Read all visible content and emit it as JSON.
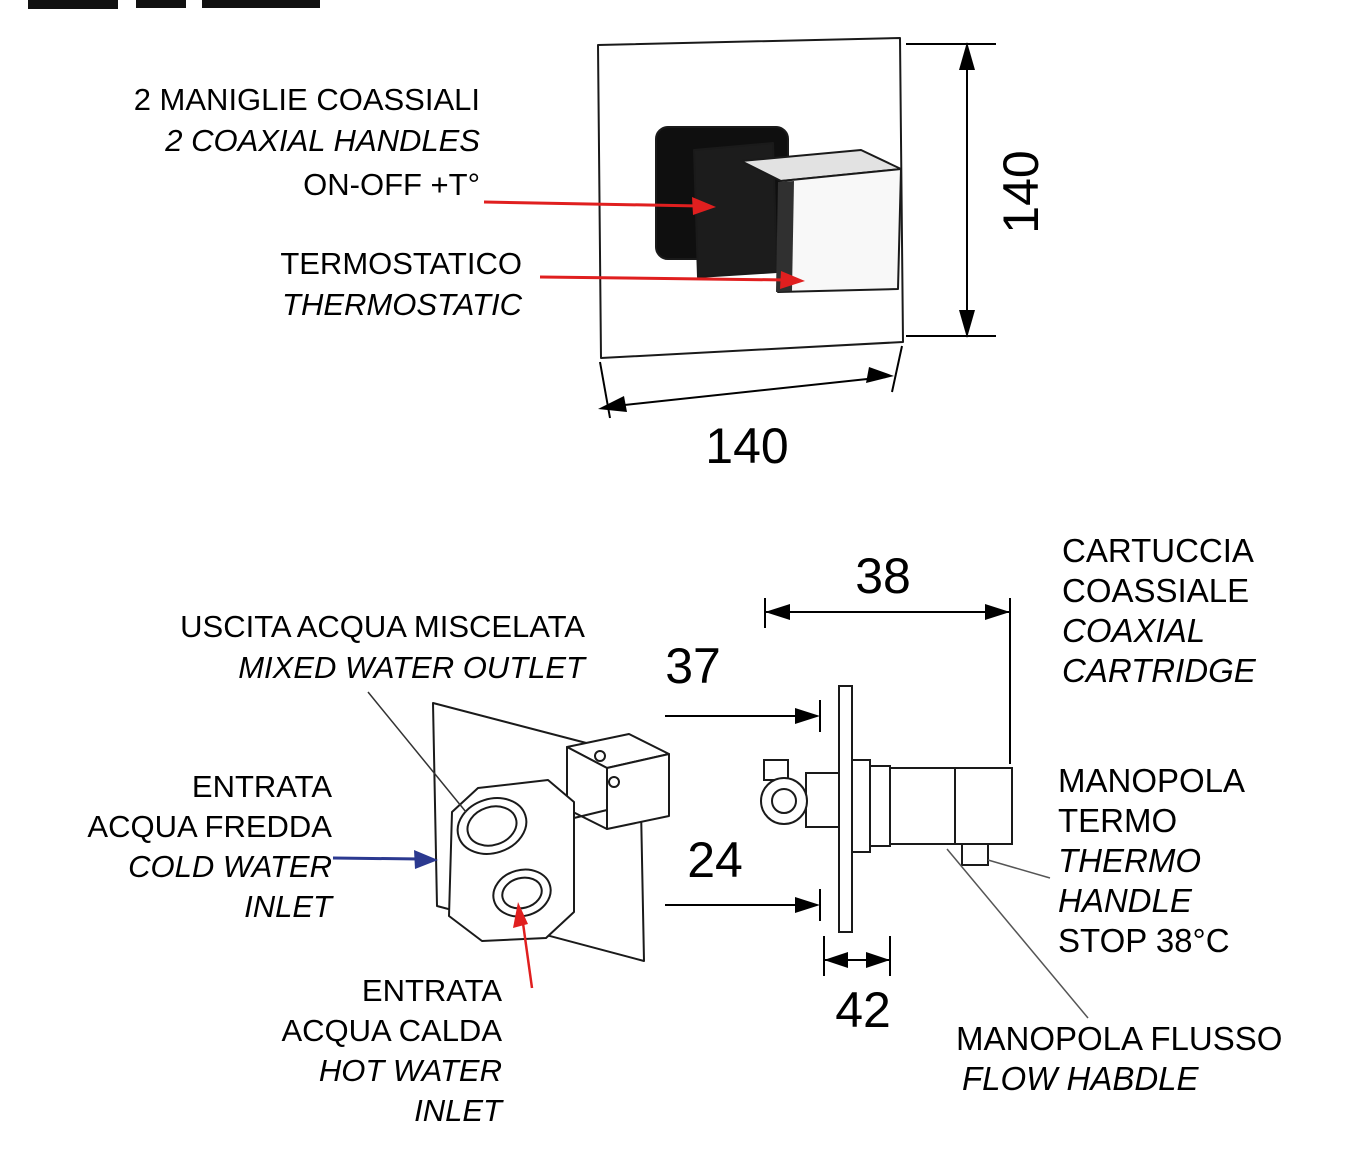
{
  "front": {
    "handles_it": "2 MANIGLIE COASSIALI",
    "handles_en": "2 COAXIAL HANDLES",
    "onoff": "ON-OFF +T°",
    "thermo_it": "TERMOSTATICO",
    "thermo_en": "THERMOSTATIC",
    "dim_height": "140",
    "dim_width": "140"
  },
  "iso": {
    "outlet_it": "USCITA ACQUA MISCELATA",
    "outlet_en": "MIXED WATER OUTLET",
    "cold_it1": "ENTRATA",
    "cold_it2": "ACQUA FREDDA",
    "cold_en1": "COLD WATER",
    "cold_en2": "INLET",
    "hot_it1": "ENTRATA",
    "hot_it2": "ACQUA CALDA",
    "hot_en1": "HOT WATER",
    "hot_en2": "INLET"
  },
  "side": {
    "dim_38": "38",
    "dim_37": "37",
    "dim_24": "24",
    "dim_42": "42",
    "cartridge_it1": "CARTUCCIA",
    "cartridge_it2": "COASSIALE",
    "cartridge_en1": "COAXIAL",
    "cartridge_en2": "CARTRIDGE",
    "thermo_it1": "MANOPOLA",
    "thermo_it2": "TERMO",
    "thermo_en1": "THERMO",
    "thermo_en2": "HANDLE",
    "thermo_stop": "STOP 38°C",
    "flow_it": "MANOPOLA FLUSSO",
    "flow_en": "FLOW HABDLE"
  },
  "colors": {
    "red": "#e01f1f",
    "blue": "#2b3990",
    "line": "#1a1a1a"
  }
}
